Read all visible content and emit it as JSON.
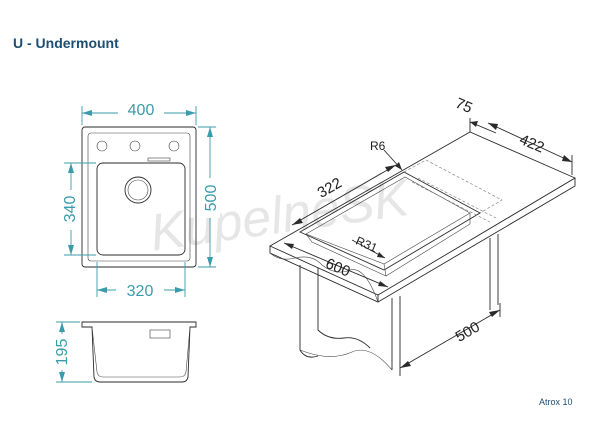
{
  "title": "U - Undermount",
  "model": "Atrox 10",
  "watermark": "KupelneSK",
  "front_view": {
    "width": "400",
    "height": "500",
    "bowl_height": "340",
    "bowl_width": "320"
  },
  "side_view": {
    "depth": "195"
  },
  "install_view": {
    "cutout_length": "600",
    "cutout_width": "322",
    "radius_corner": "R6",
    "radius_bowl": "R31",
    "edge_offset": "75",
    "worktop_offset": "422",
    "cabinet_width": "500"
  },
  "colors": {
    "title": "#1d4e73",
    "dimension_accent": "#3a9bab",
    "lines": "#2a2a2a"
  }
}
